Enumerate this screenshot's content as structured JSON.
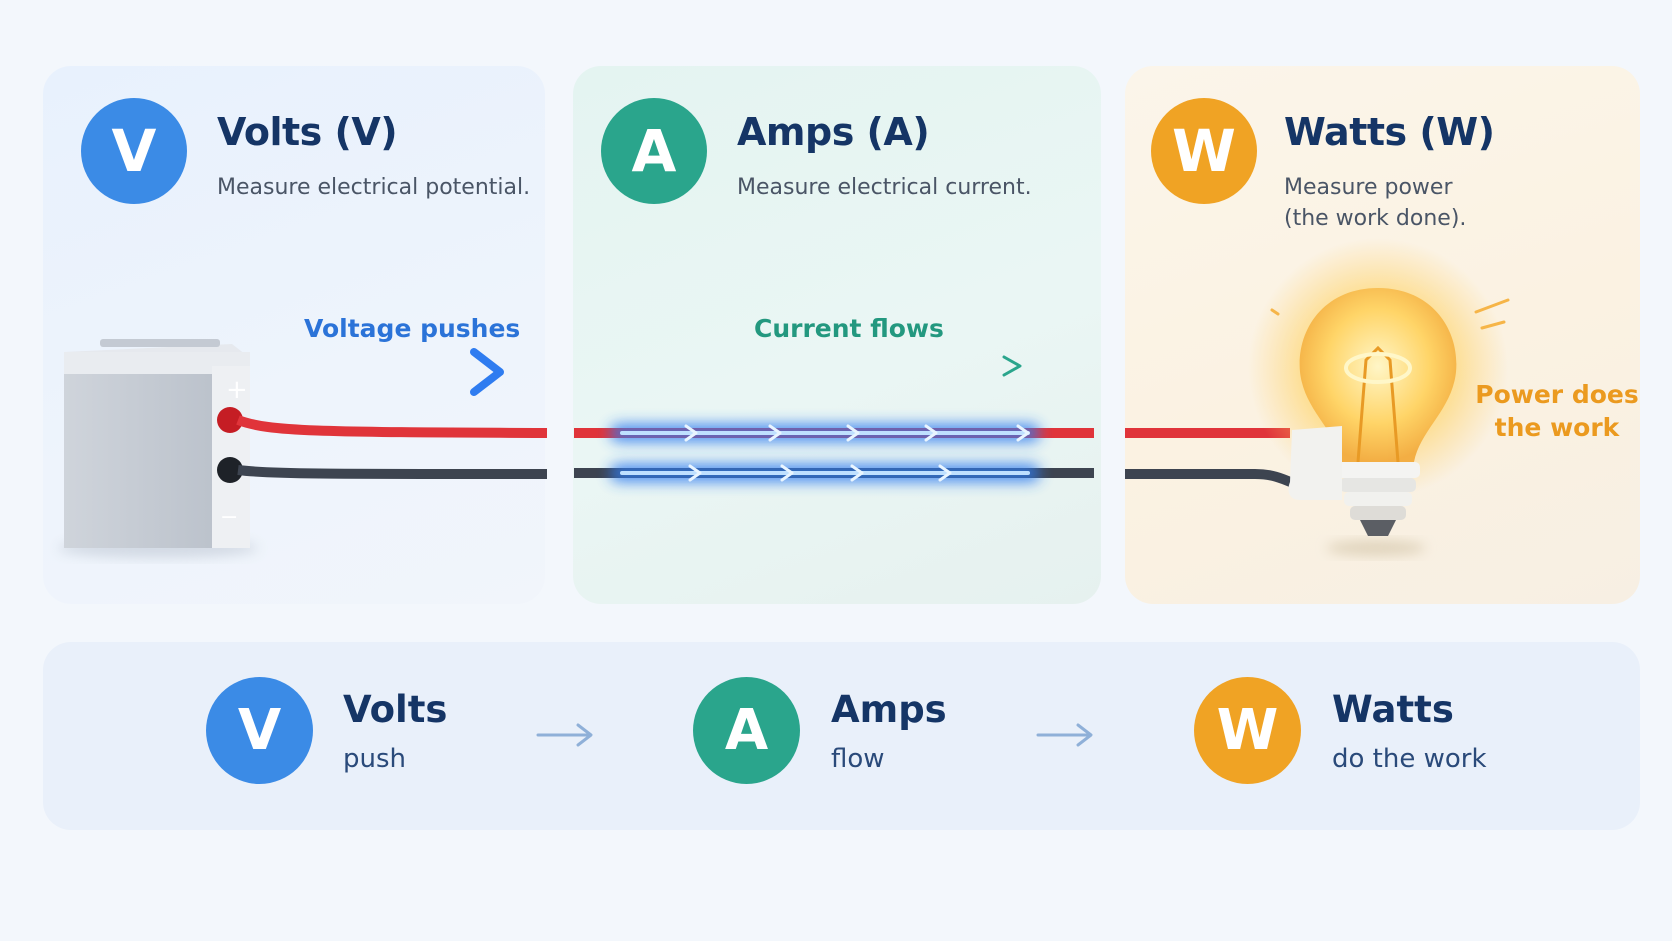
{
  "cards": [
    {
      "letter": "V",
      "title": "Volts (V)",
      "description": "Measure electrical potential.",
      "color": "#3b8be6"
    },
    {
      "letter": "A",
      "title": "Amps (A)",
      "description": "Measure electrical current.",
      "color": "#2aa58c"
    },
    {
      "letter": "W",
      "title": "Watts (W)",
      "description_line1": "Measure power",
      "description_line2": "(the work done).",
      "color": "#f0a324"
    }
  ],
  "flow": {
    "voltage_label": "Voltage pushes",
    "current_label": "Current flows",
    "power_label_line1": "Power does",
    "power_label_line2": "the work",
    "battery_plus": "+",
    "battery_minus": "−"
  },
  "summary": [
    {
      "letter": "V",
      "title": "Volts",
      "sub": "push"
    },
    {
      "letter": "A",
      "title": "Amps",
      "sub": "flow"
    },
    {
      "letter": "W",
      "title": "Watts",
      "sub": "do the work"
    }
  ],
  "colors": {
    "volts": "#3b8be6",
    "amps": "#2aa58c",
    "watts": "#f0a324",
    "wire_positive": "#e0343a",
    "wire_negative": "#3d4450",
    "current_glow": "#2f7cf0"
  }
}
